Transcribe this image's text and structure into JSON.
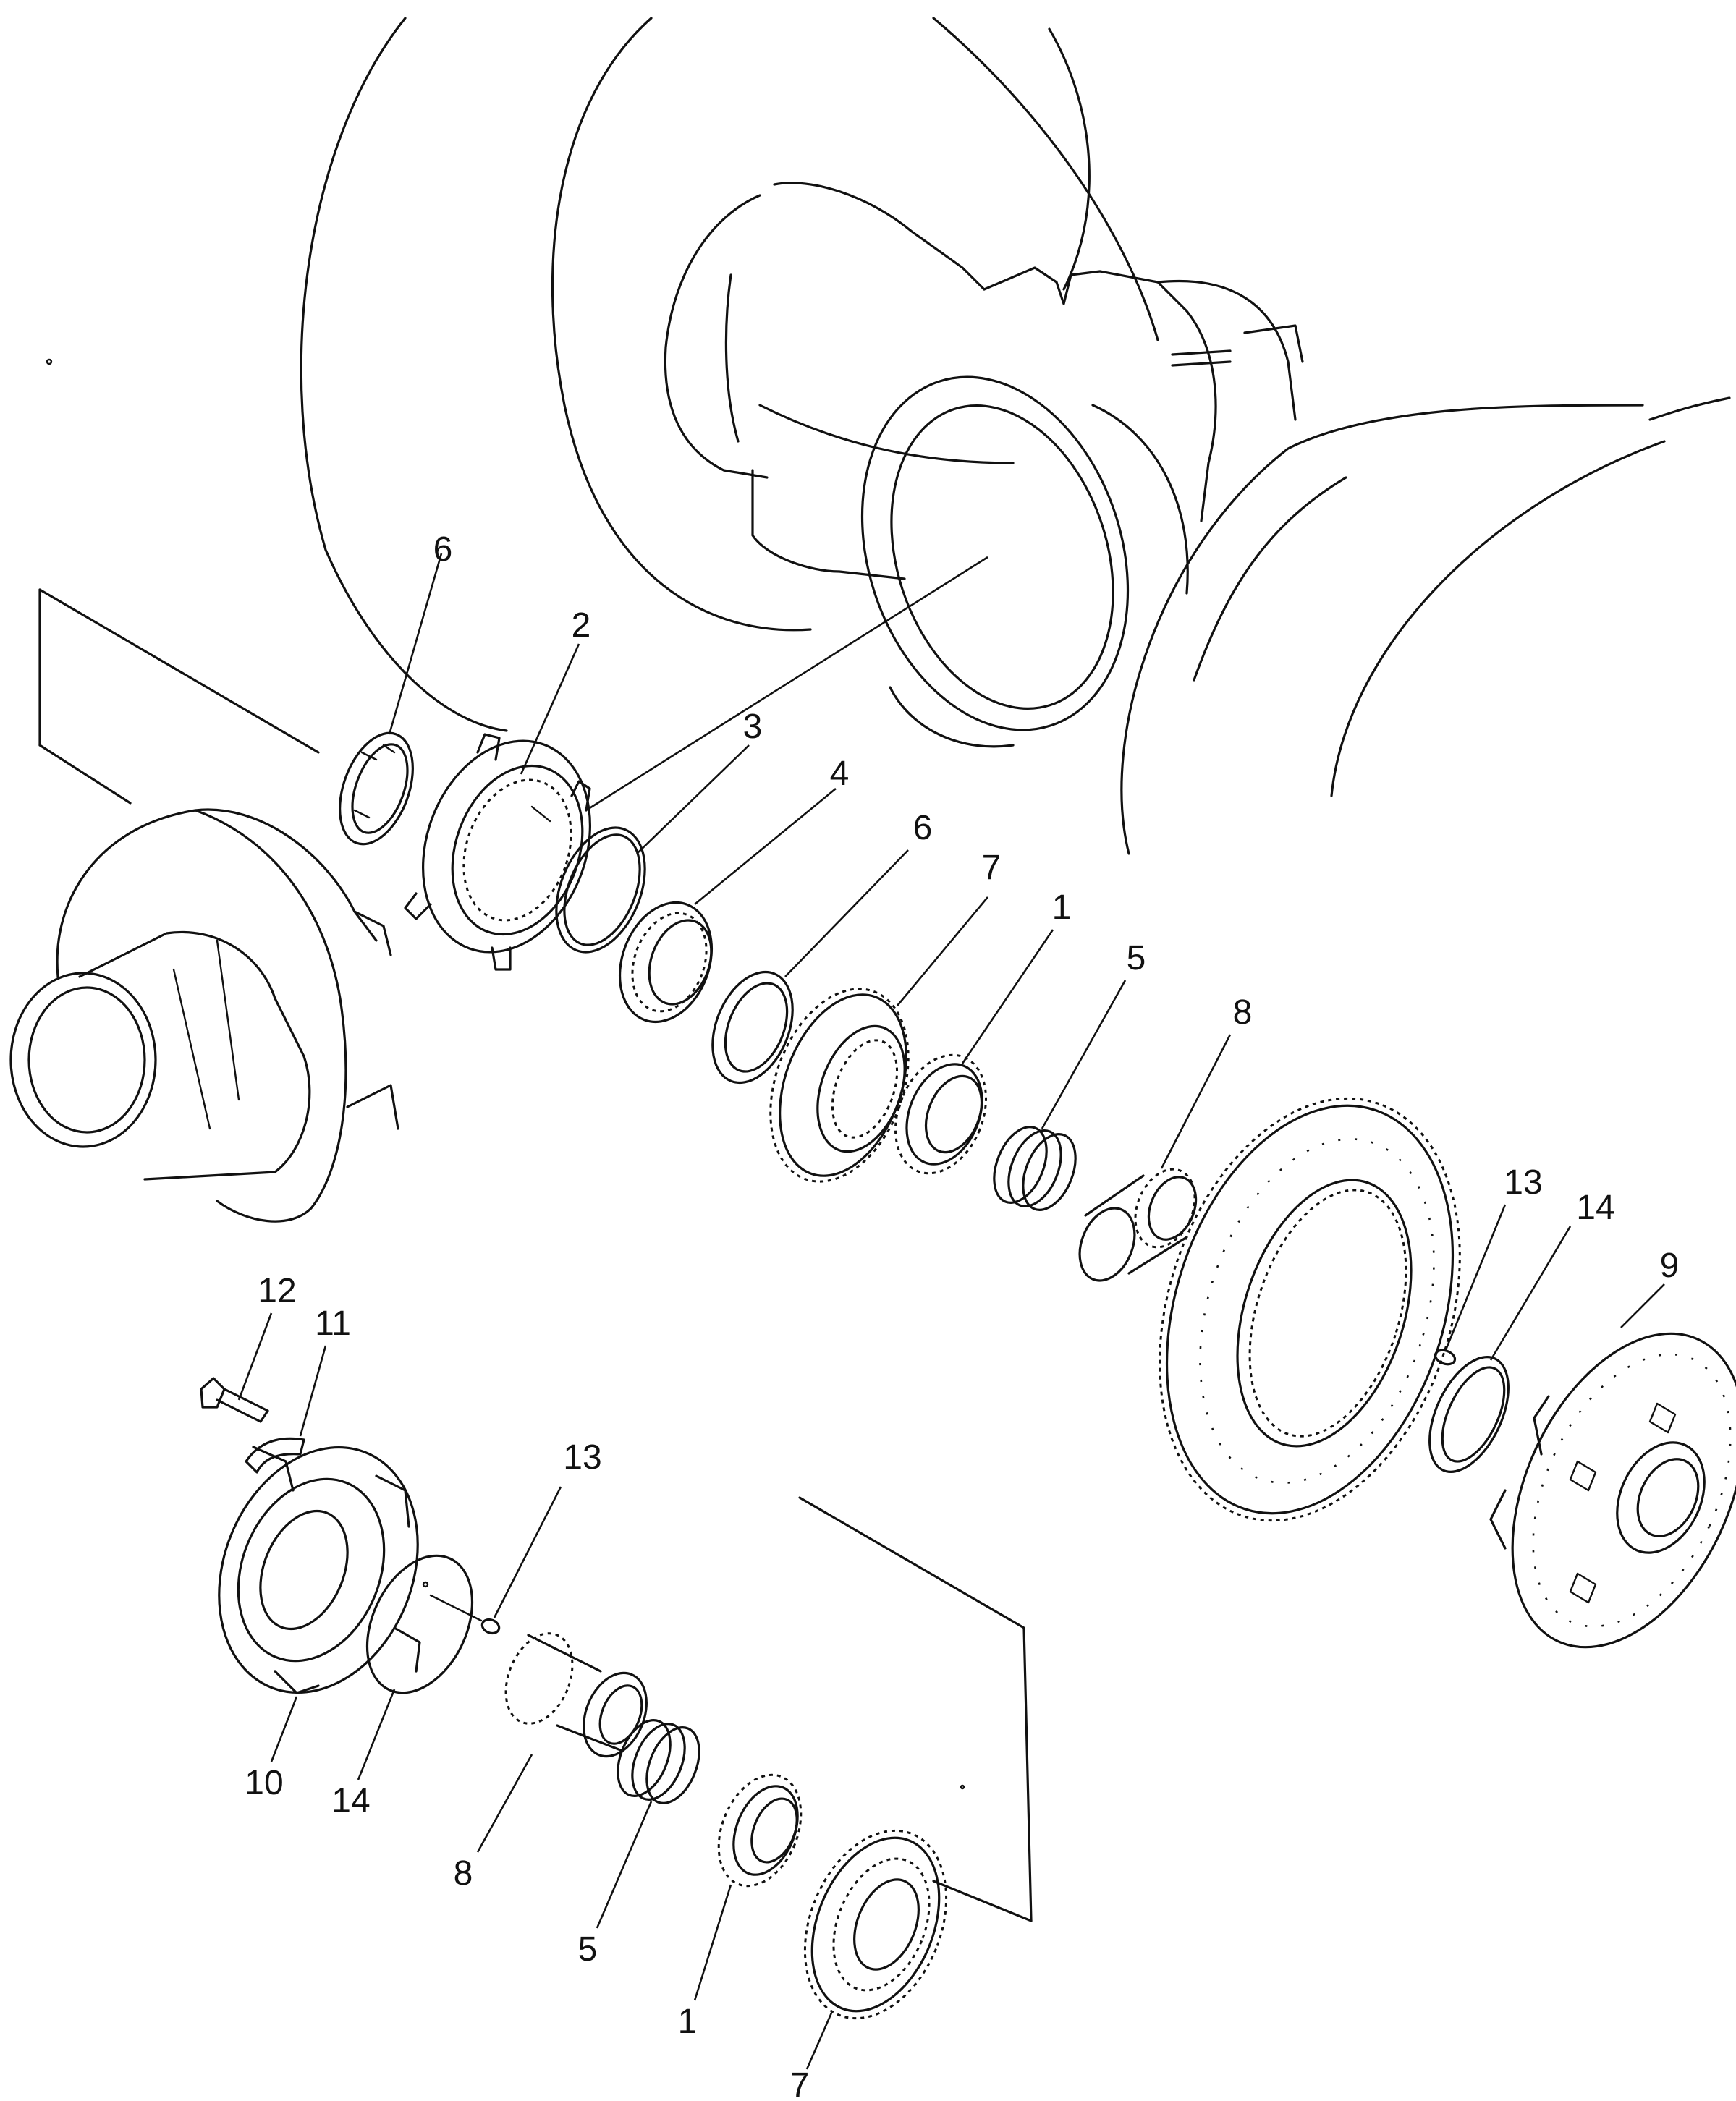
{
  "diagram": {
    "type": "exploded-parts-diagram",
    "line_color": "#111111",
    "background": "#ffffff",
    "labels": {
      "upper_6a": "6",
      "upper_2": "2",
      "upper_3": "3",
      "upper_4": "4",
      "upper_6b": "6",
      "upper_7": "7",
      "upper_1": "1",
      "upper_5": "5",
      "upper_8": "8",
      "upper_13": "13",
      "upper_14": "14",
      "upper_9": "9",
      "lower_12": "12",
      "lower_11": "11",
      "lower_13": "13",
      "lower_10": "10",
      "lower_14": "14",
      "lower_8": "8",
      "lower_5": "5",
      "lower_1": "1",
      "lower_7": "7"
    }
  }
}
